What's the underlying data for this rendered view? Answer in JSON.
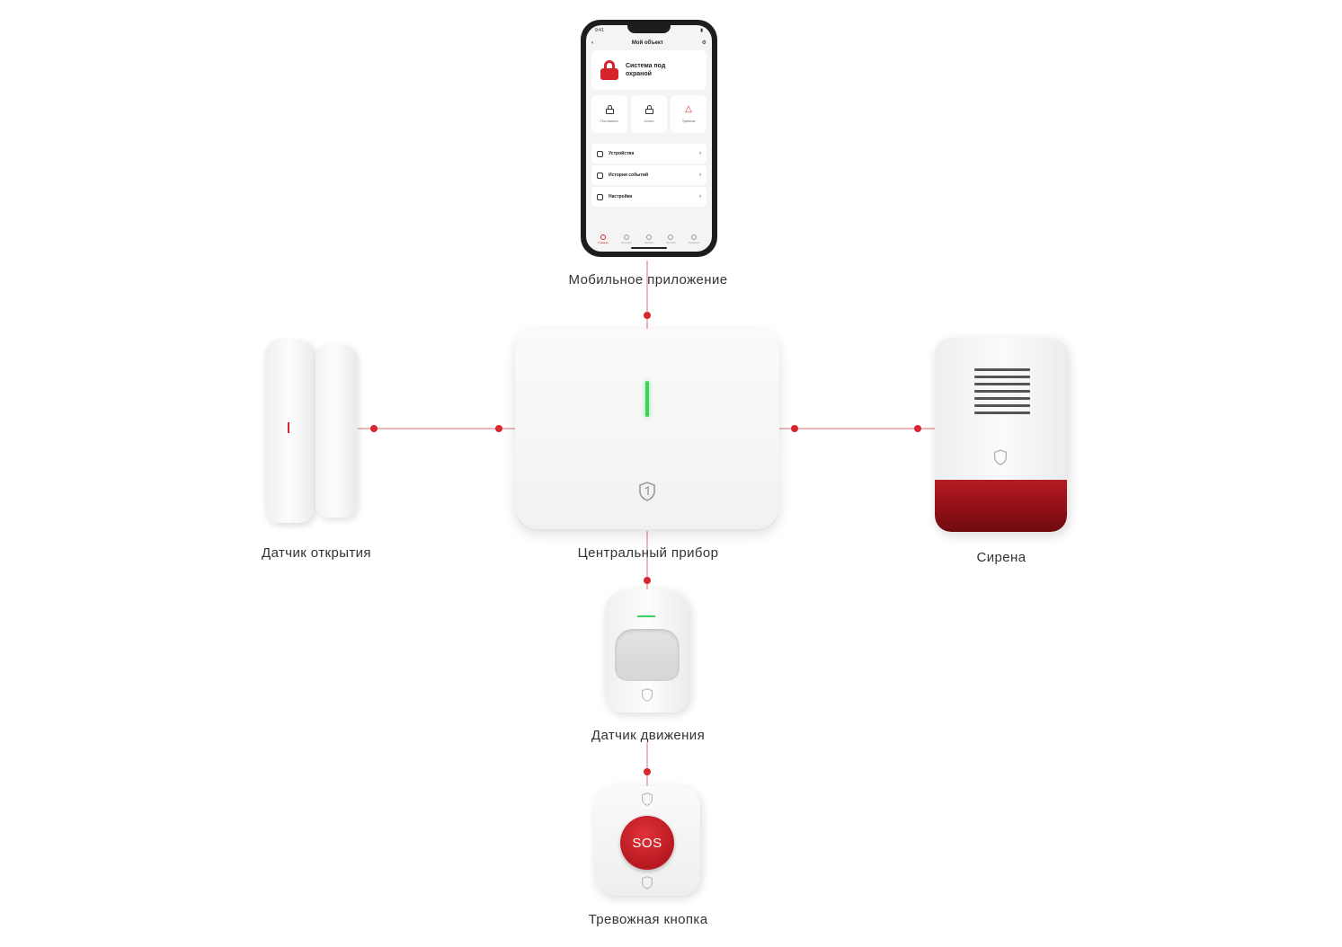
{
  "labels": {
    "app": "Мобильное приложение",
    "hub": "Центральный прибор",
    "door": "Датчик открытия",
    "siren": "Сирена",
    "motion": "Датчик движения",
    "sos": "Тревожная кнопка"
  },
  "phone": {
    "time": "9:41",
    "header_title": "Мой объект",
    "status_text": "Система под охраной",
    "actions": [
      {
        "label": "Поставить"
      },
      {
        "label": "Снять"
      },
      {
        "label": "Тревога"
      }
    ],
    "menu": [
      {
        "label": "Устройства"
      },
      {
        "label": "История событий"
      },
      {
        "label": "Настройки"
      }
    ],
    "tabs": [
      {
        "label": "Главная"
      },
      {
        "label": "Функции"
      },
      {
        "label": "Заявки"
      },
      {
        "label": "Оплата"
      },
      {
        "label": "Профиль"
      }
    ]
  },
  "sos_button_text": "SOS",
  "colors": {
    "accent": "#d4242c",
    "line": "#d84a4f",
    "led_green": "#3bd45a"
  }
}
